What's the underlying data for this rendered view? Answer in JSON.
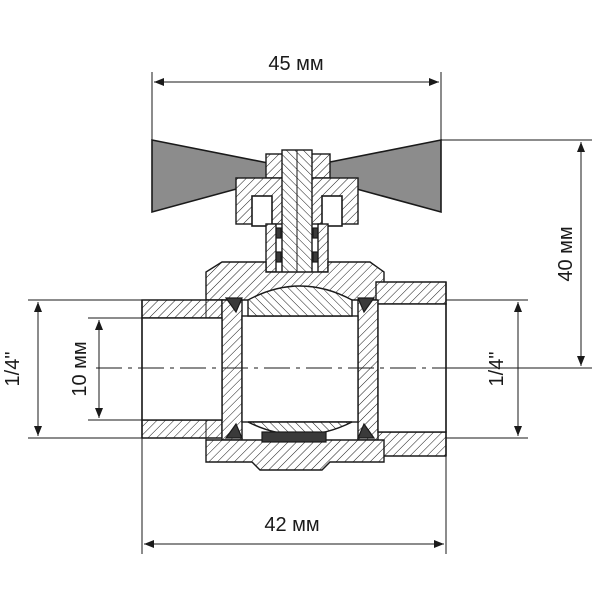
{
  "dimensions": {
    "top_width": "45 мм",
    "bottom_width": "42 мм",
    "height": "40 мм",
    "bore": "10 мм",
    "thread_left": "1/4\"",
    "thread_right": "1/4\""
  }
}
